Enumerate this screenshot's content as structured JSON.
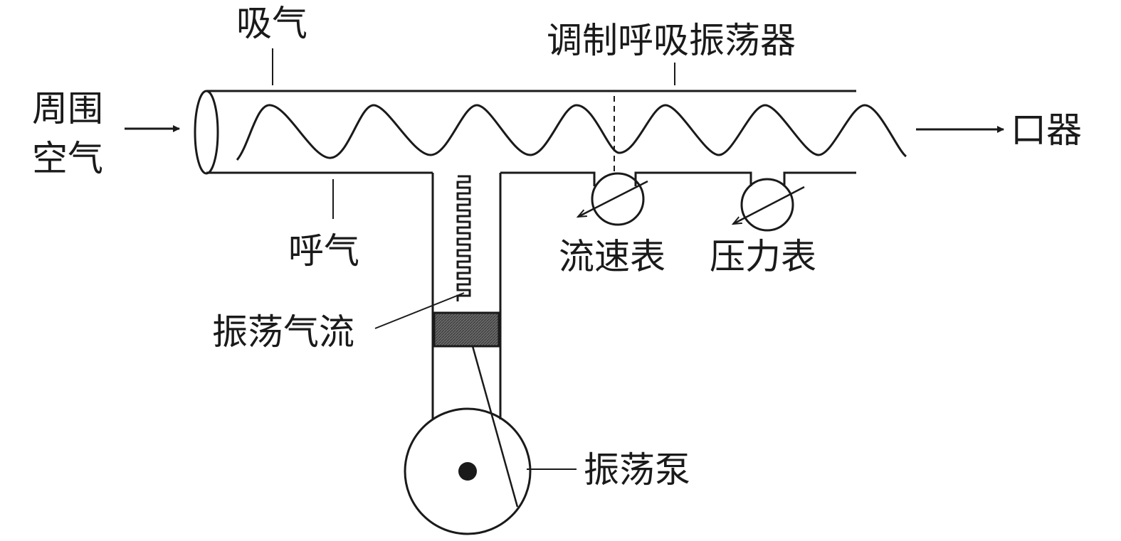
{
  "labels": {
    "inhale": "吸气",
    "exhale": "呼气",
    "modulated_oscillator": "调制呼吸振荡器",
    "ambient_air_line1": "周围",
    "ambient_air_line2": "空气",
    "mouthpiece": "口器",
    "flow_meter": "流速表",
    "pressure_gauge": "压力表",
    "oscillating_flow": "振荡气流",
    "oscillation_pump": "振荡泵"
  },
  "colors": {
    "ink": "#1a1a1a",
    "piston_fill": "#555555",
    "background": "#ffffff"
  }
}
